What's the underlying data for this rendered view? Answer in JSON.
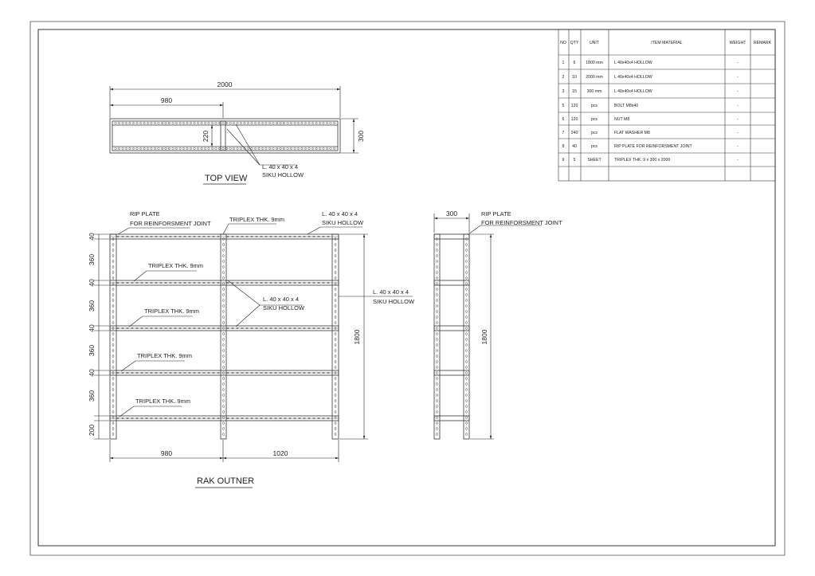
{
  "top_view": {
    "title": "TOP VIEW",
    "dim_overall": "2000",
    "dim_half": "980",
    "dim_depth": "300",
    "dim_inner": "220",
    "label_line1": "L. 40 x 40 x 4",
    "label_line2": "SIKU HOLLOW"
  },
  "front_view": {
    "title": "RAK OUTNER",
    "label_rip_line1": "RIP PLATE",
    "label_rip_line2": "FOR REINFORSMENT JOINT",
    "label_triplex_top": "TRIPLEX THK. 9mm",
    "label_angle_top_line1": "L. 40 x 40 x 4",
    "label_angle_top_line2": "SIKU HOLLOW",
    "label_triplex": [
      "TRIPLEX THK. 9mm",
      "TRIPLEX THK. 9mm",
      "TRIPLEX THK. 9mm",
      "TRIPLEX THK. 9mm"
    ],
    "label_angle_mid_line1": "L. 40 x 40 x 4",
    "label_angle_mid_line2": "SIKU HOLLOW",
    "label_angle_right_line1": "L. 40 x 40 x 4",
    "label_angle_right_line2": "SIKU HOLLOW",
    "dims_left": [
      "40",
      "360",
      "40",
      "360",
      "40",
      "360",
      "40",
      "360",
      "200"
    ],
    "dim_height": "1800",
    "dim_bottom_left": "980",
    "dim_bottom_right": "1020"
  },
  "side_view": {
    "dim_width": "300",
    "label_rip_line1": "RIP PLATE",
    "label_rip_line2": "FOR REINFORSMENT JOINT",
    "dim_height": "1800"
  },
  "material_table": {
    "headers": [
      "NO",
      "QTY",
      "UNIT",
      "ITEM MATERIAL",
      "WEIGHT",
      "REMARK"
    ],
    "rows": [
      [
        "1",
        "6",
        "1800 mm",
        "L 40x40x4 HOLLOW",
        "-",
        ""
      ],
      [
        "2",
        "10",
        "2000 mm",
        "L 40x40x4 HOLLOW",
        "-",
        ""
      ],
      [
        "3",
        "15",
        "300 mm",
        "L 40x40x4 HOLLOW",
        "-",
        ""
      ],
      [
        "5",
        "120",
        "pcs",
        "BOLT M8x40",
        "-",
        ""
      ],
      [
        "6",
        "120",
        "pcs",
        "NUT M8",
        "-",
        ""
      ],
      [
        "7",
        "240",
        "pcs",
        "FLAT WASHER M8",
        "-",
        ""
      ],
      [
        "8",
        "40",
        "pcs",
        "RIP PLATE FOR REINFORSMENT JOINT",
        "-",
        ""
      ],
      [
        "9",
        "5",
        "SHEET",
        "TRIPLEX THK. 9 x 300 x 2000",
        "-",
        ""
      ]
    ]
  }
}
